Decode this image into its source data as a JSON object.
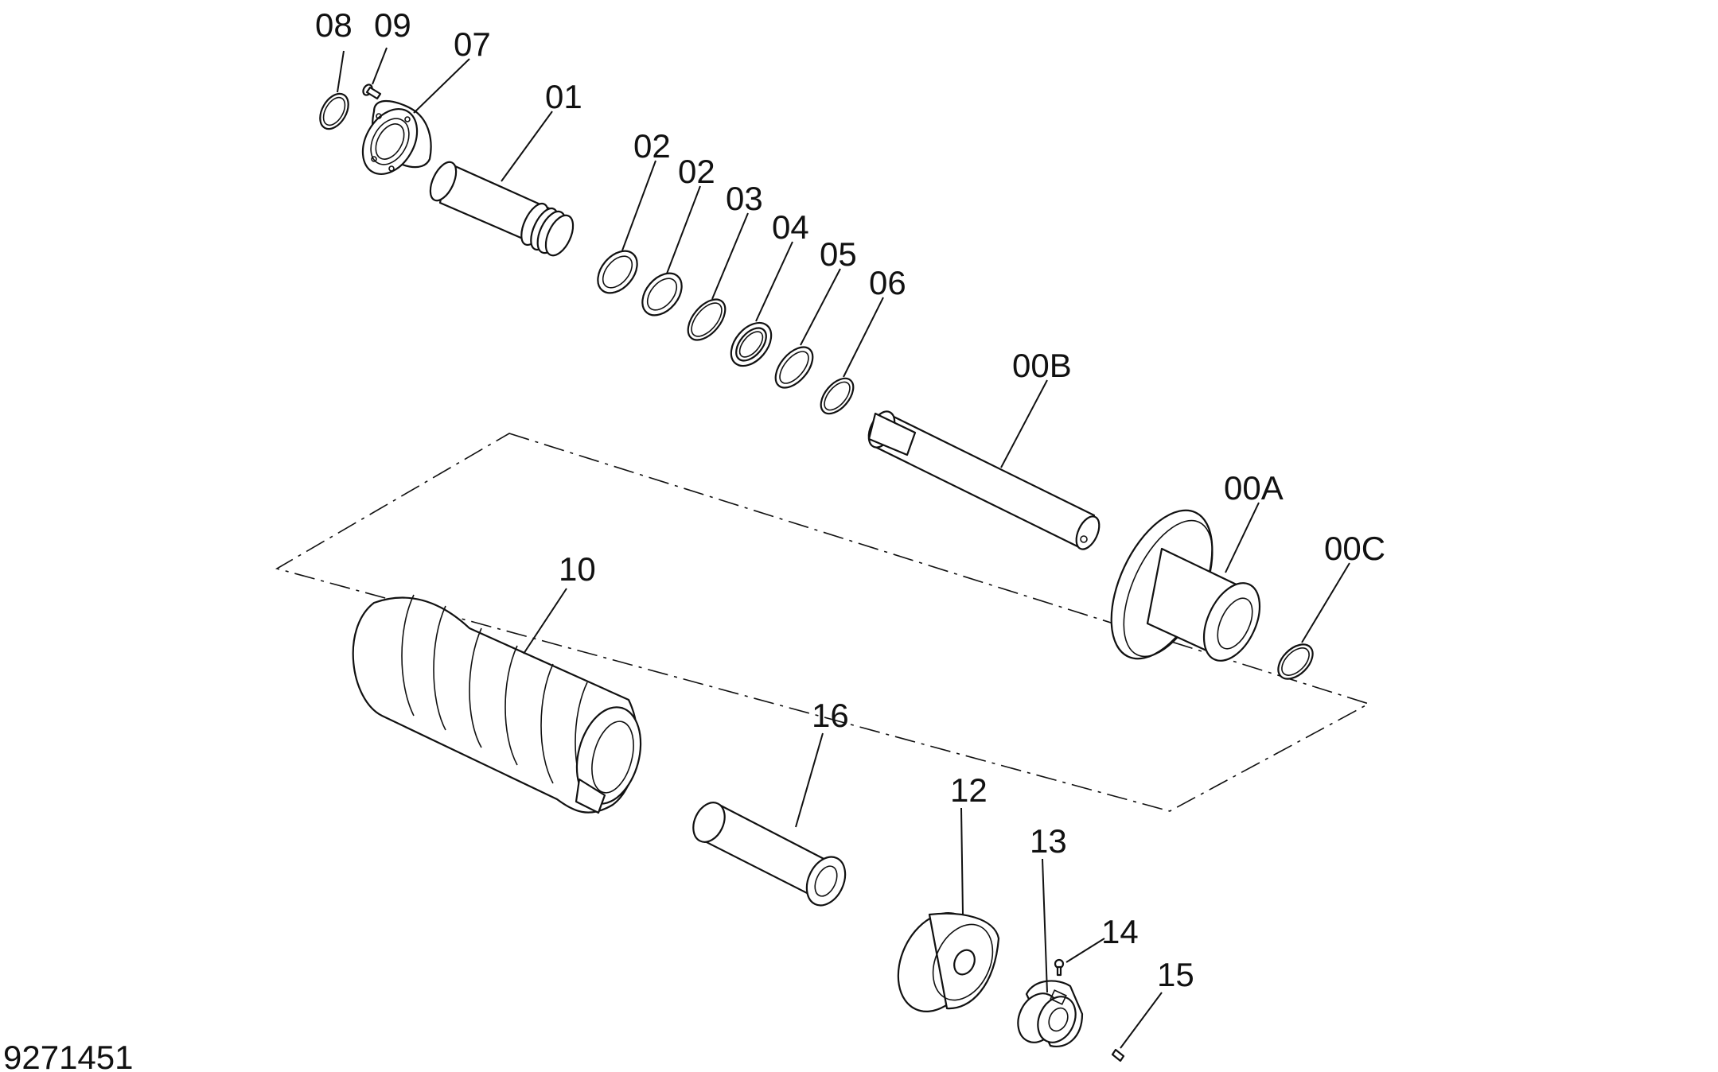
{
  "figure_number": "9271451",
  "callouts": {
    "c08": "08",
    "c09": "09",
    "c07": "07",
    "c01": "01",
    "c02a": "02",
    "c02b": "02",
    "c03": "03",
    "c04": "04",
    "c05": "05",
    "c06": "06",
    "c00B": "00B",
    "c00A": "00A",
    "c00C": "00C",
    "c10": "10",
    "c16": "16",
    "c12": "12",
    "c13": "13",
    "c14": "14",
    "c15": "15"
  }
}
